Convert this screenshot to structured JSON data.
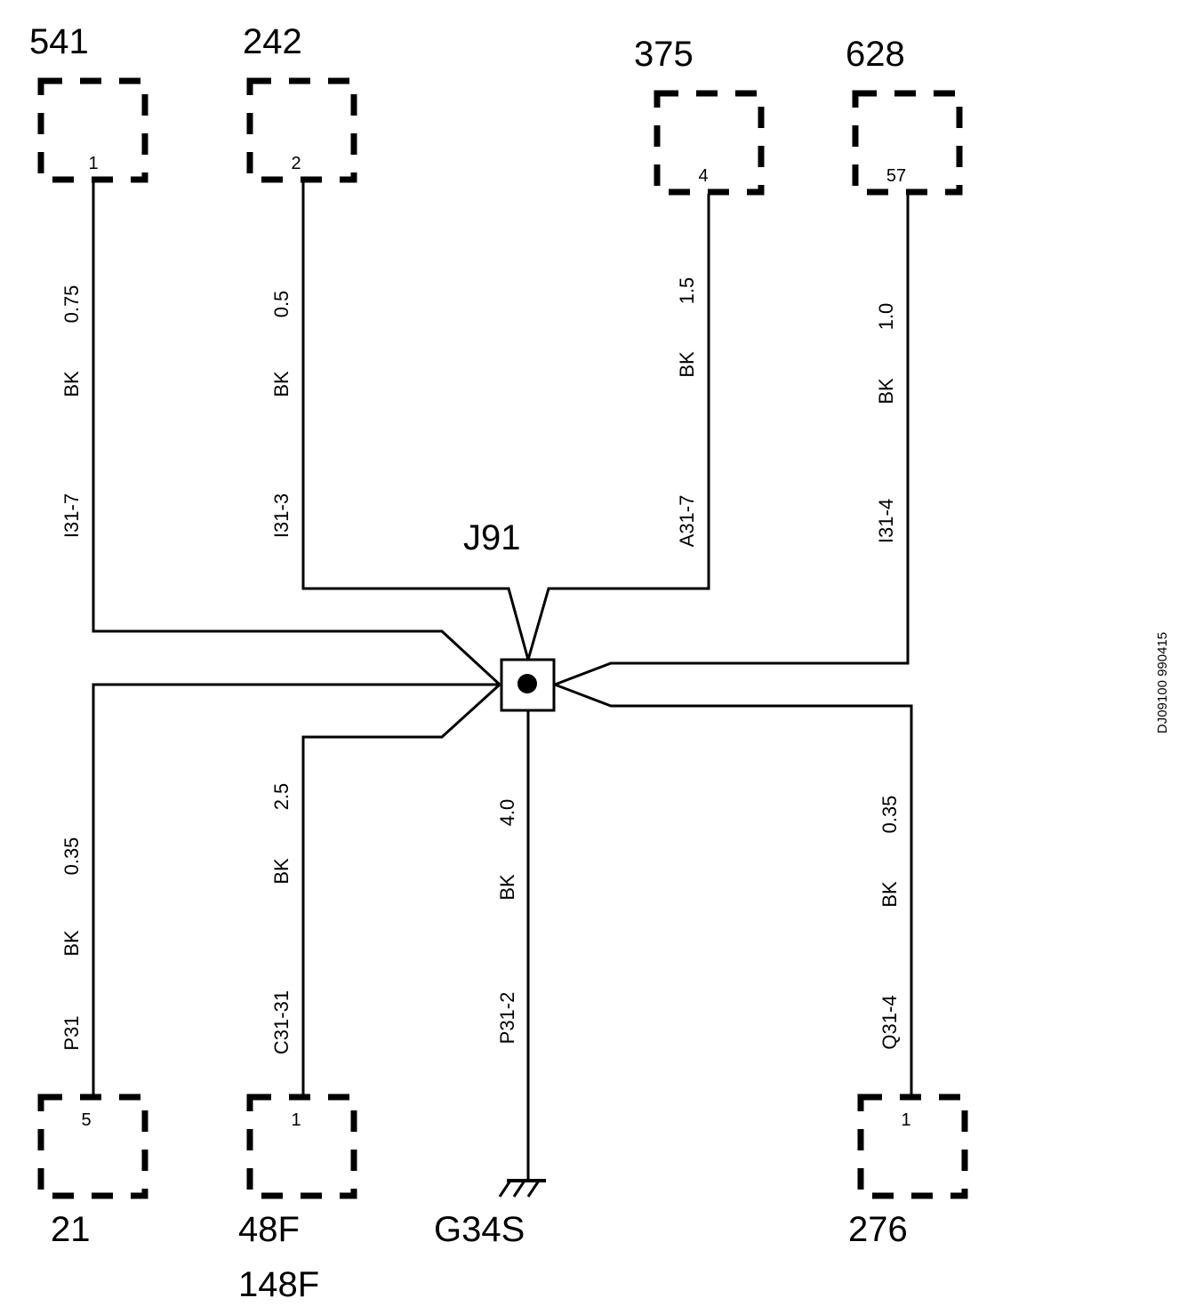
{
  "splice": {
    "label": "J91"
  },
  "ground": {
    "label": "G34S"
  },
  "drawing_ref": "DJ09100 990415",
  "connectors": [
    {
      "id": "541",
      "pin": "1",
      "label": "541",
      "label2": ""
    },
    {
      "id": "242",
      "pin": "2",
      "label": "242",
      "label2": ""
    },
    {
      "id": "375",
      "pin": "4",
      "label": "375",
      "label2": ""
    },
    {
      "id": "628",
      "pin": "57",
      "label": "628",
      "label2": ""
    },
    {
      "id": "21",
      "pin": "5",
      "label": "21",
      "label2": ""
    },
    {
      "id": "48F",
      "pin": "1",
      "label": "48F",
      "label2": "148F"
    },
    {
      "id": "276",
      "pin": "1",
      "label": "276",
      "label2": ""
    }
  ],
  "wires": [
    {
      "to": "541",
      "circuit": "I31-7",
      "color": "BK",
      "size": "0.75"
    },
    {
      "to": "242",
      "circuit": "I31-3",
      "color": "BK",
      "size": "0.5"
    },
    {
      "to": "375",
      "circuit": "A31-7",
      "color": "BK",
      "size": "1.5"
    },
    {
      "to": "628",
      "circuit": "I31-4",
      "color": "BK",
      "size": "1.0"
    },
    {
      "to": "21",
      "circuit": "P31",
      "color": "BK",
      "size": "0.35"
    },
    {
      "to": "48F",
      "circuit": "C31-31",
      "color": "BK",
      "size": "2.5"
    },
    {
      "to": "G34S",
      "circuit": "P31-2",
      "color": "BK",
      "size": "4.0"
    },
    {
      "to": "276",
      "circuit": "Q31-4",
      "color": "BK",
      "size": "0.35"
    }
  ]
}
